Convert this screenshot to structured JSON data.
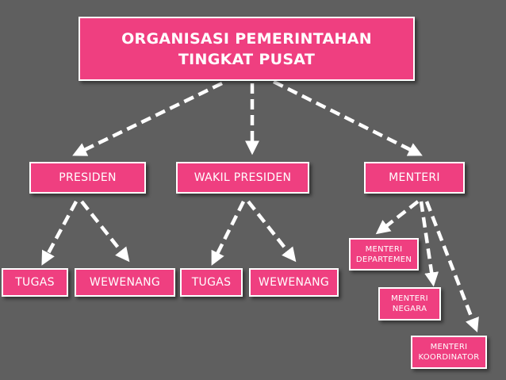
{
  "diagram": {
    "title": {
      "line1": "ORGANISASI PEMERINTAHAN",
      "line2": "TINGKAT PUSAT"
    },
    "level1": {
      "presiden": "PRESIDEN",
      "wakil_presiden": "WAKIL PRESIDEN",
      "menteri": "MENTERI"
    },
    "presiden_children": {
      "tugas": "TUGAS",
      "wewenang": "WEWENANG"
    },
    "wakil_children": {
      "tugas": "TUGAS",
      "wewenang": "WEWENANG"
    },
    "menteri_children": {
      "departemen": {
        "line1": "MENTERI",
        "line2": "DEPARTEMEN"
      },
      "negara": {
        "line1": "MENTERI",
        "line2": "NEGARA"
      },
      "koordinator": {
        "line1": "MENTERI",
        "line2": "KOORDINATOR"
      }
    }
  },
  "colors": {
    "background": "#5f5f5f",
    "box_fill": "#ef3f80",
    "box_border": "#ffffff",
    "arrow": "#ffffff"
  }
}
